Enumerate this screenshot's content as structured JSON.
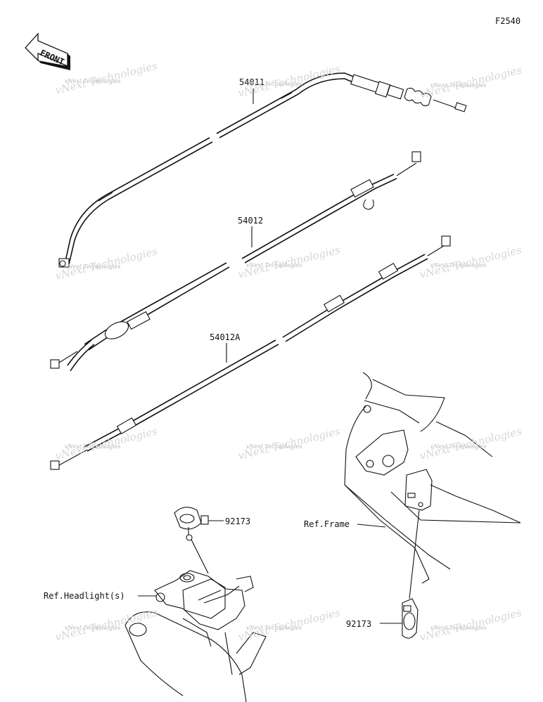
{
  "figure_code": "F2540",
  "front_arrow": {
    "text": "FRONT"
  },
  "watermark": "vNext Technologies",
  "labels": {
    "cable_throttle_1": "54011",
    "cable_throttle_2": "54012",
    "cable_clutch": "54012A",
    "clamp_upper": "92173",
    "clamp_lower": "92173",
    "ref_headlight": "Ref.Headlight(s)",
    "ref_frame": "Ref.Frame"
  }
}
